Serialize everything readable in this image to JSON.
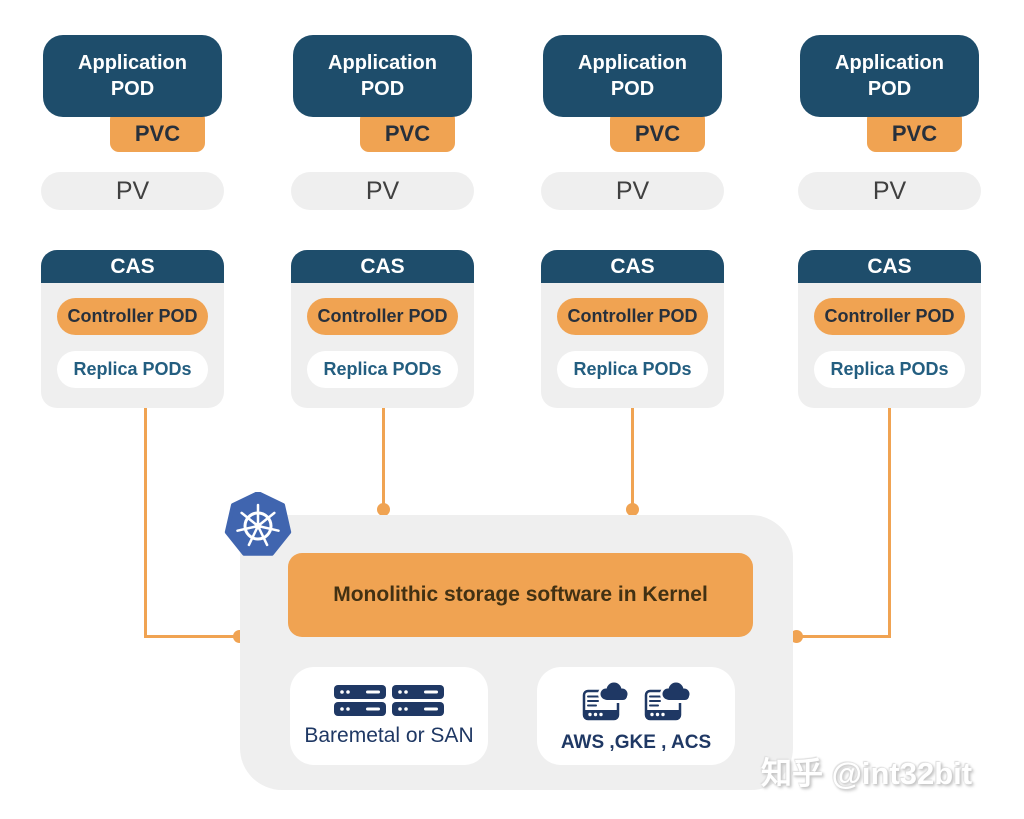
{
  "columns": [
    {
      "app_pod": "Application POD",
      "pvc": "PVC",
      "pv": "PV",
      "cas_header": "CAS",
      "controller_pod": "Controller POD",
      "replica_pods": "Replica PODs"
    },
    {
      "app_pod": "Application POD",
      "pvc": "PVC",
      "pv": "PV",
      "cas_header": "CAS",
      "controller_pod": "Controller POD",
      "replica_pods": "Replica PODs"
    },
    {
      "app_pod": "Application POD",
      "pvc": "PVC",
      "pv": "PV",
      "cas_header": "CAS",
      "controller_pod": "Controller POD",
      "replica_pods": "Replica PODs"
    },
    {
      "app_pod": "Application POD",
      "pvc": "PVC",
      "pv": "PV",
      "cas_header": "CAS",
      "controller_pod": "Controller POD",
      "replica_pods": "Replica PODs"
    }
  ],
  "kernel": {
    "label": "Monolithic storage software in Kernel"
  },
  "infra": {
    "baremetal_label": "Baremetal or SAN",
    "cloud_label": "AWS ,GKE , ACS"
  },
  "icons": {
    "kubernetes": "kubernetes-helm-logo",
    "baremetal": "server-rack-icon",
    "cloud": "cloud-server-icon"
  },
  "watermark": "知乎 @int32bit",
  "colors": {
    "teal": "#1e4d6b",
    "orange": "#f0a352",
    "light_gray": "#efefef",
    "navy": "#1f3864",
    "replica_text": "#235e80",
    "k8s_blue": "#4065af",
    "dark_text": "#27303c",
    "kernel_text": "#423113",
    "pv_text": "#404040"
  }
}
